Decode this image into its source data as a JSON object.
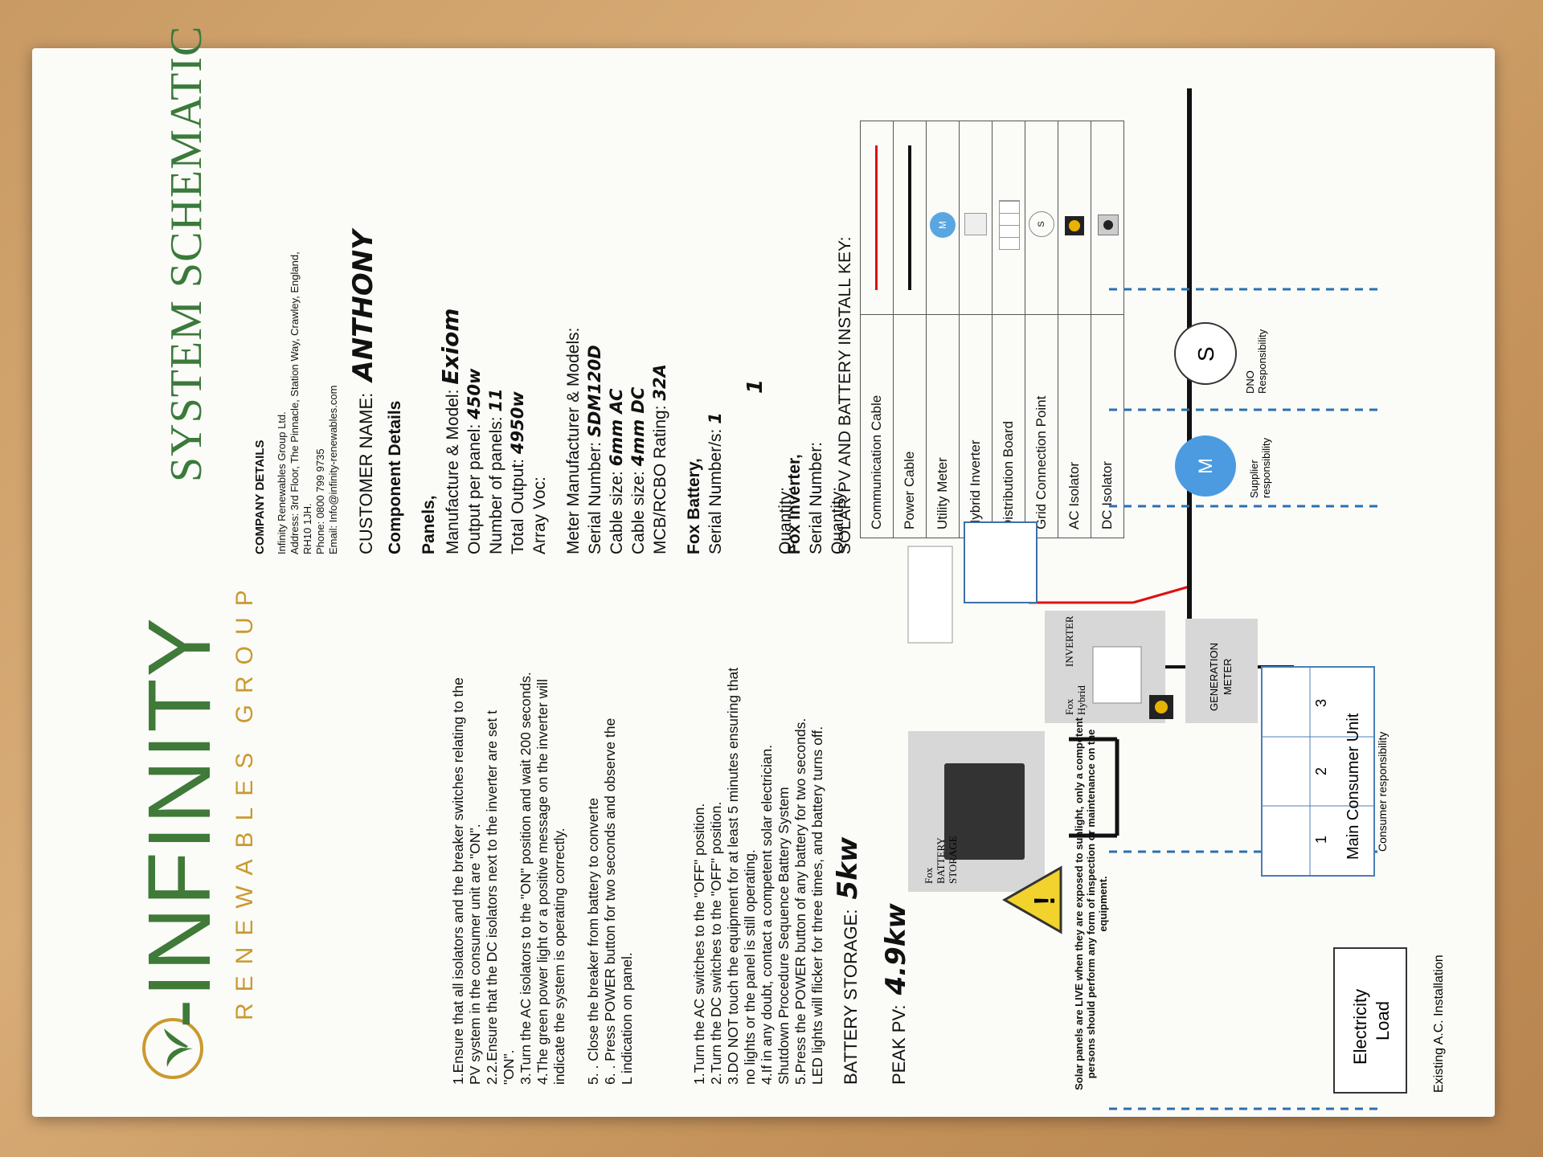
{
  "title": "SYSTEM SCHEMATIC",
  "logo": {
    "name": "-INFINITY",
    "sub": "RENEWABLES GROUP"
  },
  "company": {
    "heading": "COMPANY DETAILS",
    "lines": [
      "Infinity Renewables Group Ltd.",
      "Address:  3rd Floor, The Pinnacle, Station Way, Crawley, England,",
      "RH10 1JH.",
      "Phone: 0800 799 9735",
      "Email: Info@infinity-renewables.com"
    ]
  },
  "customer": {
    "label": "CUSTOMER NAME:",
    "value": "ANTHONY"
  },
  "instructions_startup": [
    "1.Ensure that all isolators and the breaker switches relating to the",
    "PV system in the consumer unit are \"ON\".",
    "2.2.Ensure that the DC isolators next to the inverter are set t",
    "\"ON\".",
    "3.Turn the AC isolators to the \"ON\" position and wait 200 seconds.",
    "4.The green power light or a positive message on the inverter will",
    "indicate the system is operating correctly.",
    "",
    "5. . Close the breaker from battery to converte",
    "6. . Press POWER button for two seconds and observe the",
    "L indication on panel."
  ],
  "instructions_shutdown": [
    "1.Turn the AC switches to the \"OFF\" position.",
    "2.Turn the DC switches to the \"OFF\" position.",
    "3.DO NOT touch the equipment for at least 5 minutes ensuring that",
    "no lights or the panel is still operating.",
    "4.If in any doubt, contact a competent solar electrician.",
    "Shutdown Procedure Sequence Battery System",
    "5.Press the POWER button of any battery for two seconds.",
    "LED lights will flicker for three times, and battery turns off."
  ],
  "battery_storage": {
    "label": "BATTERY STORAGE:",
    "value": "5kw"
  },
  "peak_pv": {
    "label": "PEAK PV:",
    "value": "4.9kw"
  },
  "component_heading": "Component Details",
  "panels": {
    "heading": "Panels,",
    "manufacture_label": "Manufacture & Model:",
    "manufacture_value": "Exiom",
    "output_label": "Output per panel:",
    "output_value": "450w",
    "number_label": "Number of panels:",
    "number_value": "11",
    "total_label": "Total Output:",
    "total_value": "4950w",
    "voc_label": "Array Voc:"
  },
  "meter": {
    "heading": "Meter Manufacturer & Models:",
    "serial_label": "Serial Number:",
    "serial_value": "SDM120D",
    "cable1_label": "Cable size:",
    "cable1_value": "6mm AC",
    "cable2_label": "Cable size:",
    "cable2_value": "4mm DC",
    "mcb_label": "MCB/RCBO Rating:",
    "mcb_value": "32A"
  },
  "fox_battery": {
    "heading": "Fox Battery,",
    "serial_label": "Serial Number/s:",
    "serial_value": "1",
    "quantity_label": "Quantity:"
  },
  "fox_inverter": {
    "heading": "Fox  Inverter,",
    "serial_label": "Serial  Number:",
    "quantity_label": "Quantity:",
    "quantity_value": "1"
  },
  "key": {
    "title": "SOLAR PV AND BATTERY INSTALL KEY:",
    "rows": [
      "Communication Cable",
      "Power Cable",
      "Utility Meter",
      "Hybrid Inverter",
      "Distribution Board",
      "Grid Connection Point",
      "AC Isolator",
      "DC Isolator"
    ]
  },
  "diagram": {
    "battery_label": [
      "Fox",
      "BATTERY",
      "STORAGE"
    ],
    "inverter_label": [
      "Fox",
      "Hybrid",
      "INVERTER"
    ],
    "gen_meter": [
      "GENERATION",
      "METER"
    ],
    "consumer_unit": "Main Consumer Unit",
    "consumer_resp": "Consumer responsibility",
    "cu_ways": [
      "1",
      "2",
      "3"
    ],
    "supplier_resp": [
      "Supplier",
      "responsibility"
    ],
    "dno_resp": [
      "DNO",
      "Responsibility"
    ],
    "meter_symbol": "M",
    "supply_symbol": "S",
    "load": [
      "Electricity",
      "Load"
    ],
    "existing": "Existing A.C. Installation",
    "warning": "Solar panels are LIVE when they are exposed to sunlight, only a competent persons should perform any form of inspection or maintenance on the equipment."
  },
  "colors": {
    "green": "#3f7a38",
    "gold": "#c99a2e",
    "red": "#d11",
    "blue": "#3d8fd6"
  }
}
